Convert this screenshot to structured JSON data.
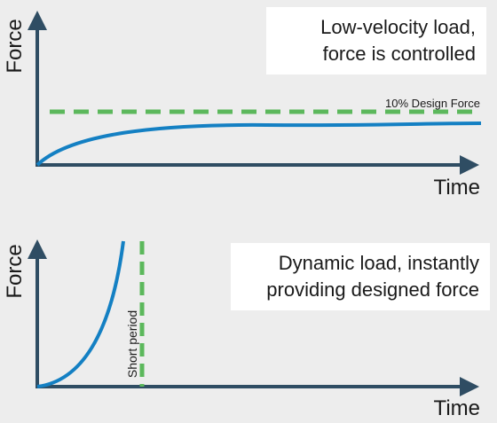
{
  "colors": {
    "axis": "#2f4d63",
    "curve": "#1480c3",
    "dashed": "#5cb85c",
    "background": "#ededed",
    "note_bg": "#ffffff"
  },
  "top_graph": {
    "y_axis_label": "Force",
    "x_axis_label": "Time",
    "threshold_label": "10% Design Force",
    "note_line1": "Low-velocity load,",
    "note_line2": "force is controlled",
    "curve_shape": "rises quickly then levels off below the dashed threshold"
  },
  "bottom_graph": {
    "y_axis_label": "Force",
    "x_axis_label": "Time",
    "marker_label": "Short period",
    "note_line1": "Dynamic load, instantly",
    "note_line2": "providing designed force",
    "curve_shape": "exponential rise before the dashed vertical marker"
  }
}
